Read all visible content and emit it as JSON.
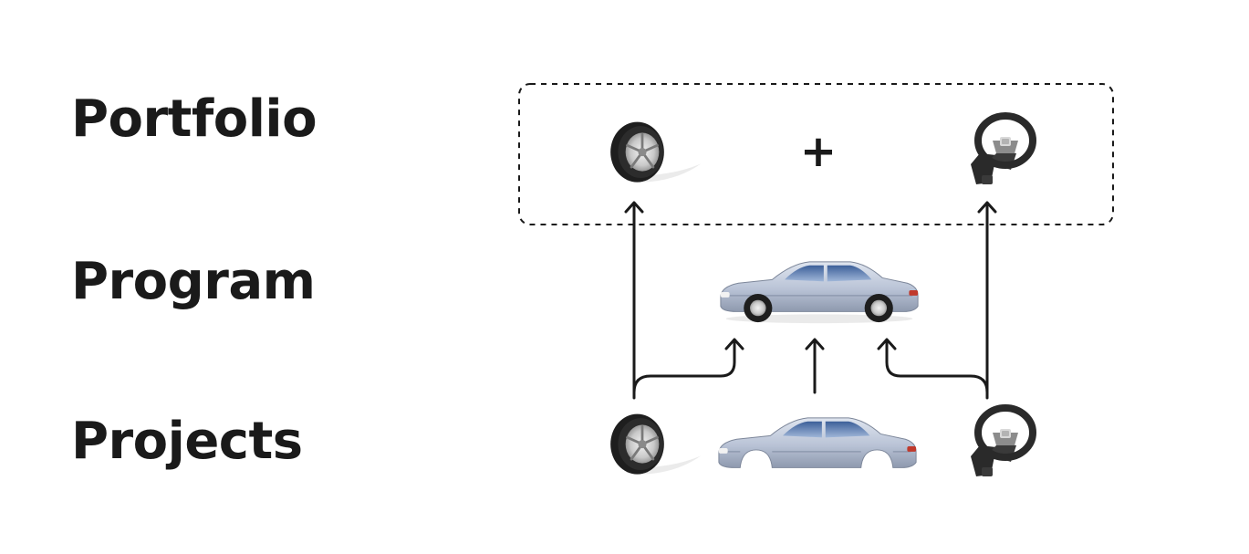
{
  "levels": {
    "portfolio": "Portfolio",
    "program": "Program",
    "projects": "Projects"
  },
  "portfolio_box": {
    "operator": "+",
    "items": [
      "wheel-tire-icon",
      "steering-wheel-icon"
    ]
  },
  "program_items": [
    "car-icon"
  ],
  "project_items": [
    "wheel-tire-icon",
    "car-body-icon",
    "steering-wheel-icon"
  ],
  "colors": {
    "text": "#1a1a1a",
    "car_body": "#b9c3d6",
    "tire": "#1e1e1e"
  }
}
